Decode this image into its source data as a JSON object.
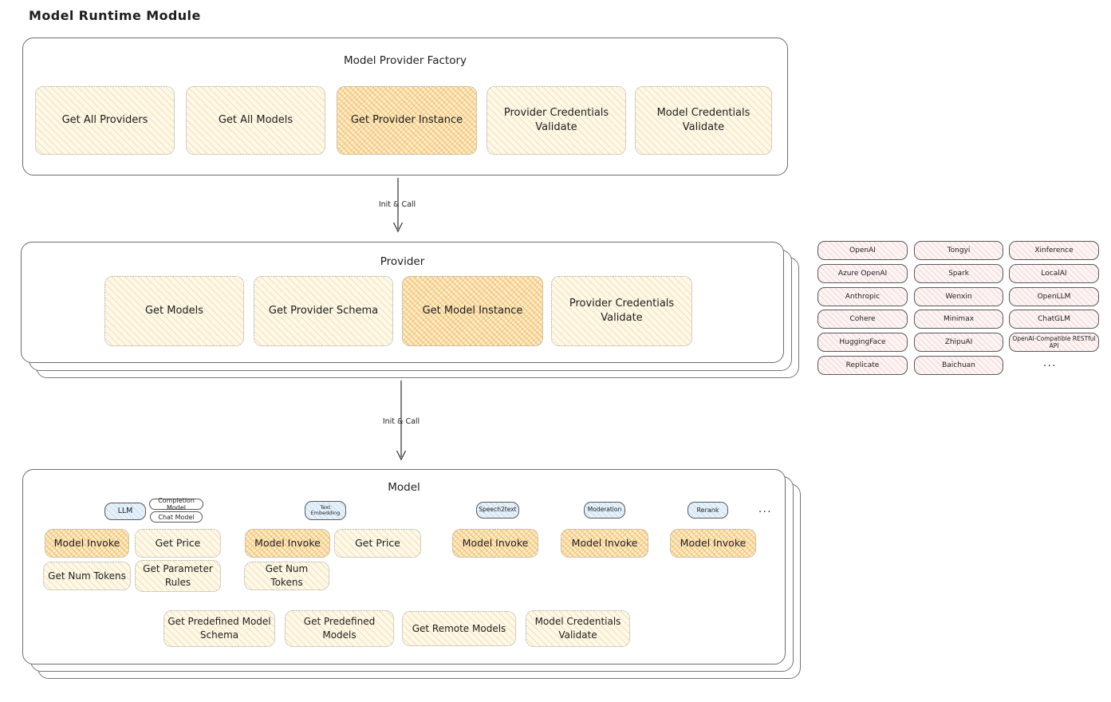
{
  "title": "Model Runtime Module",
  "colors": {
    "cream_hatch": "#e8c478",
    "highlight_hatch": "#f0a948",
    "pink_hatch": "#e4a0a0",
    "blue_hatch": "#8cb9e1",
    "border_dark": "#5a5a5a"
  },
  "arrows": [
    {
      "label": "Init & Call"
    },
    {
      "label": "Init & Call"
    }
  ],
  "factory": {
    "title": "Model Provider Factory",
    "boxes": [
      {
        "label": "Get All Providers",
        "highlight": false
      },
      {
        "label": "Get All Models",
        "highlight": false
      },
      {
        "label": "Get Provider Instance",
        "highlight": true
      },
      {
        "label": "Provider Credentials Validate",
        "highlight": false
      },
      {
        "label": "Model Credentials Validate",
        "highlight": false
      }
    ]
  },
  "provider": {
    "title": "Provider",
    "boxes": [
      {
        "label": "Get Models",
        "highlight": false
      },
      {
        "label": "Get Provider Schema",
        "highlight": false
      },
      {
        "label": "Get Model Instance",
        "highlight": true
      },
      {
        "label": "Provider Credentials Validate",
        "highlight": false
      }
    ]
  },
  "providers": {
    "col1": [
      "OpenAI",
      "Azure OpenAI",
      "Anthropic",
      "Cohere",
      "HuggingFace",
      "Replicate"
    ],
    "col2": [
      "Tongyi",
      "Spark",
      "Wenxin",
      "Minimax",
      "ZhipuAI",
      "Baichuan"
    ],
    "col3": [
      "Xinference",
      "LocalAI",
      "OpenLLM",
      "ChatGLM",
      "OpenAI-Compatible RESTful API"
    ],
    "ellipsis": "..."
  },
  "model": {
    "title": "Model",
    "tabs": {
      "llm": "LLM",
      "completion": "Completion Model",
      "chat": "Chat Model",
      "text_embedding": "Text Embedding",
      "speech2text": "Speech2text",
      "moderation": "Moderation",
      "rerank": "Rerank"
    },
    "tabs_ellipsis": "...",
    "llm": {
      "invoke": "Model Invoke",
      "get_price": "Get Price",
      "get_num_tokens": "Get Num Tokens",
      "get_parameter_rules": "Get Parameter Rules"
    },
    "text_embedding": {
      "invoke": "Model Invoke",
      "get_price": "Get Price",
      "get_num_tokens": "Get Num Tokens"
    },
    "speech2text": {
      "invoke": "Model Invoke"
    },
    "moderation": {
      "invoke": "Model Invoke"
    },
    "rerank": {
      "invoke": "Model Invoke"
    },
    "common": [
      "Get Predefined Model Schema",
      "Get Predefined Models",
      "Get Remote Models",
      "Model Credentials Validate"
    ]
  }
}
